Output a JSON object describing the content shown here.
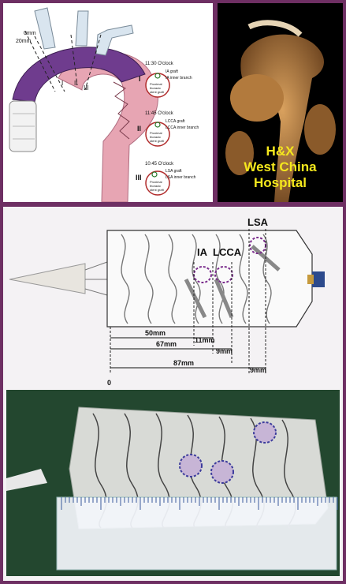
{
  "panel_a": {
    "graft_markers": {
      "top": "0mm",
      "bottom": "20mm"
    },
    "roman_labels": [
      "I",
      "II",
      "III"
    ],
    "options": [
      {
        "numeral": "I",
        "clock": "11:30 O'clock",
        "graft": "IA graft",
        "branch": "IA inner branch",
        "stent": [
          "Proximal",
          "thoracic",
          "stent graft"
        ]
      },
      {
        "numeral": "II",
        "clock": "11:45 O'clock",
        "graft": "LCCA graft",
        "branch": "LCCA inner branch",
        "stent": [
          "Proximal",
          "thoracic",
          "stent graft"
        ]
      },
      {
        "numeral": "III",
        "clock": "10:45 O'clock",
        "graft": "LSA graft",
        "branch": "LSA inner branch",
        "stent": [
          "Proximal",
          "thoracic",
          "stent graft"
        ]
      }
    ]
  },
  "panel_b": {
    "watermark": [
      "H&X",
      "West China",
      "Hospital"
    ]
  },
  "panel_c": {
    "branch_labels": {
      "ia": "IA",
      "lcca": "LCCA",
      "lsa": "LSA"
    },
    "dimensions": {
      "d50": "50mm",
      "d11": "11mm",
      "d67": "67mm",
      "d9a": "9mm",
      "d87": "87mm",
      "d9b": "9mm",
      "origin": "0"
    }
  },
  "colors": {
    "border": "#6e2f63",
    "arch_purple": "#6f3c8e",
    "aorta_pink": "#e7a5b3",
    "badge_yellow": "#f5e81d",
    "fenestration_ring": "#7a2c8c"
  }
}
